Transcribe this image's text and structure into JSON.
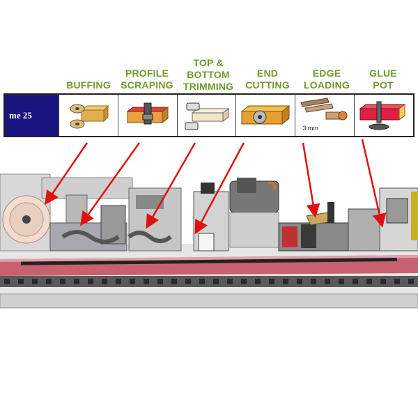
{
  "header_labels": [
    {
      "lines": [
        "BUFFING"
      ]
    },
    {
      "lines": [
        "PROFILE",
        "SCRAPING"
      ]
    },
    {
      "lines": [
        "TOP &",
        "BOTTOM",
        "TRIMMING"
      ]
    },
    {
      "lines": [
        "END",
        "CUTTING"
      ]
    },
    {
      "lines": [
        "EDGE",
        "LOADING"
      ]
    },
    {
      "lines": [
        "GLUE",
        "POT"
      ]
    }
  ],
  "model_label": "me 25",
  "edge_thickness_caption": "3 mm",
  "colors": {
    "label_green": "#6f9a2e",
    "model_bg": "#1a1480",
    "arrow_red": "#e01010",
    "rail_pink": "#c86070"
  },
  "icons": [
    "buffing-icon",
    "profile-scraping-icon",
    "trimming-icon",
    "end-cutting-icon",
    "edge-loading-icon",
    "glue-pot-icon"
  ]
}
